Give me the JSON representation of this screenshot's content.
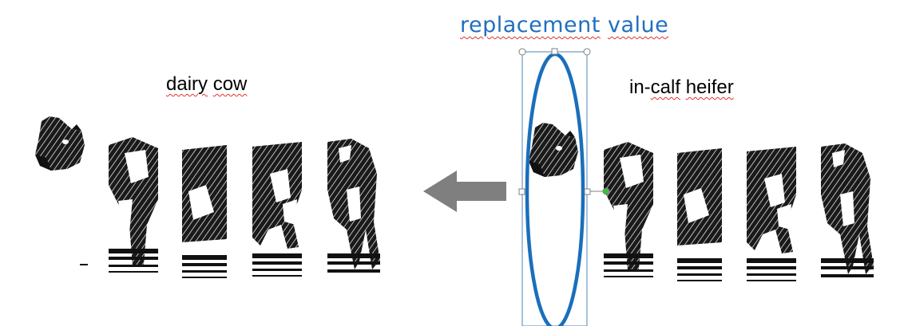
{
  "title": {
    "word1": "replacement",
    "word2": "value"
  },
  "left_label": {
    "word1": "dairy",
    "word2": "cow"
  },
  "right_label": {
    "prefix": "in-",
    "word1": "calf",
    "word2": "heifer"
  },
  "colors": {
    "title": "#1f6fbf",
    "ellipse": "#1a6fba",
    "arrow": "#7f7f7f",
    "selection": "#4f81bd",
    "rotate_handle": "#3bbf3b",
    "spellcheck": "#e0322c"
  }
}
